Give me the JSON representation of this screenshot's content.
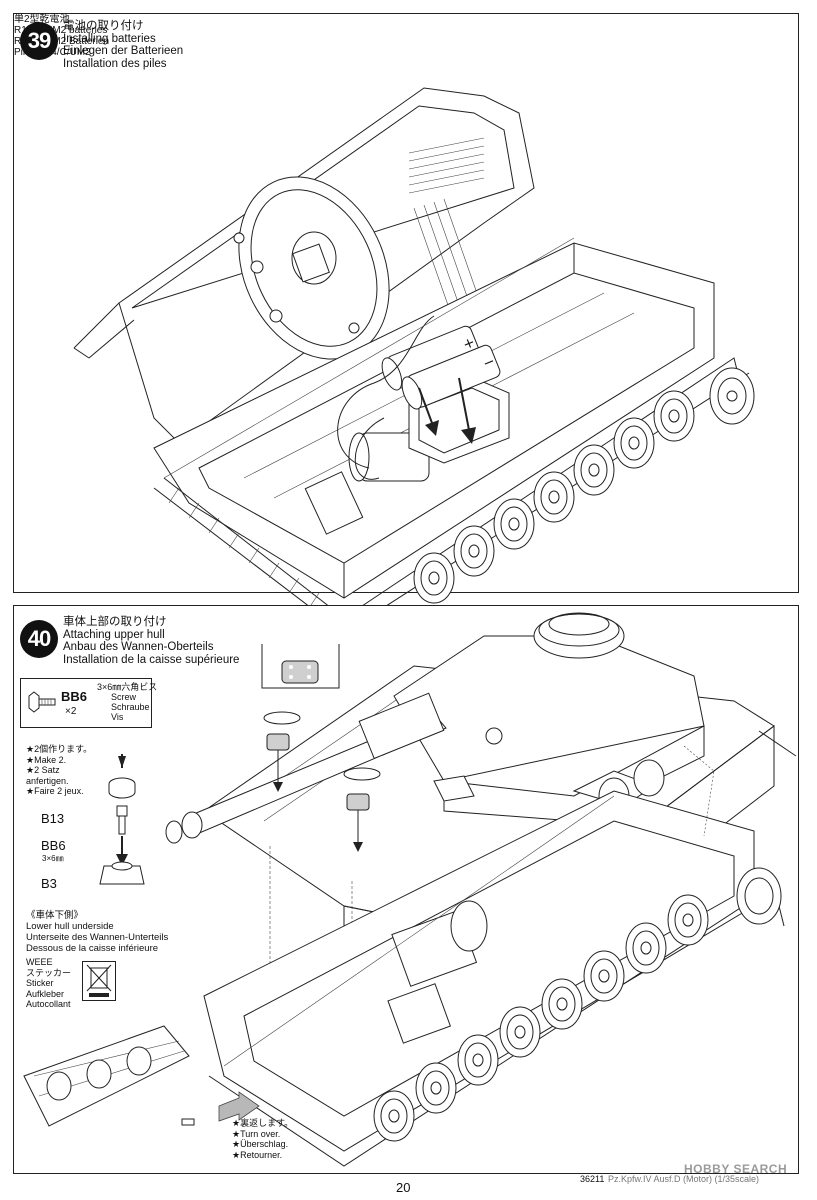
{
  "step39": {
    "number": "39",
    "title_ja": "電池の取り付け",
    "title_en": "Installing batteries",
    "title_de": "Einlegen der Batterieen",
    "title_fr": "Installation des piles",
    "battery_label": [
      "単2型乾電池",
      "R14/C/UM2 batteries",
      "R14/C/UM2 Batterien",
      "Piles R14/C/UM2"
    ]
  },
  "step40": {
    "number": "40",
    "title_ja": "車体上部の取り付け",
    "title_en": "Attaching upper hull",
    "title_de": "Anbau des Wannen-Oberteils",
    "title_fr": "Installation de la caisse supérieure",
    "screw": {
      "part": "BB6",
      "qty": "×2",
      "desc_ja": "3×6㎜六角ビス",
      "desc_en": "Screw",
      "desc_de": "Schraube",
      "desc_fr": "Vis"
    },
    "make_note": [
      "★2個作ります。",
      "★Make 2.",
      "★2 Satz",
      "anfertigen.",
      "★Faire 2 jeux."
    ],
    "part_b13": "B13",
    "part_bb6": "BB6",
    "part_bb6_size": "3×6㎜",
    "part_b3": "B3",
    "lower_hull": [
      "《車体下側》",
      "Lower hull underside",
      "Unterseite des Wannen-Unterteils",
      "Dessous de la caisse inférieure"
    ],
    "sticker": [
      "WEEE",
      "ステッカー",
      "Sticker",
      "Aufkleber",
      "Autocollant"
    ],
    "turn_over": [
      "★裏返します。",
      "★Turn over.",
      "★Überschlag.",
      "★Retourner."
    ]
  },
  "footer": {
    "page_number": "20",
    "doc_id": "36211",
    "doc_title": "Pz.Kpfw.IV Ausf.D (Motor) (1/35scale)",
    "watermark": "HOBBY SEARCH"
  }
}
